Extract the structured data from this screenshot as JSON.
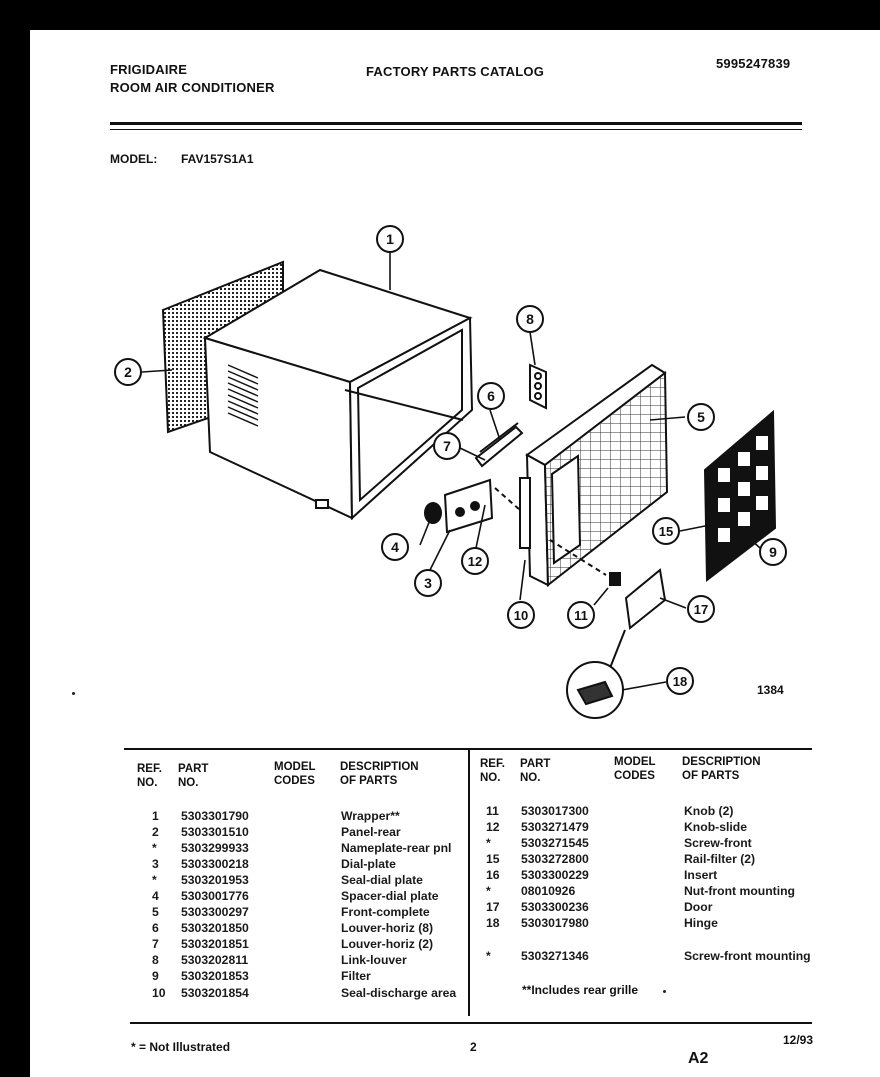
{
  "header": {
    "brand": "FRIGIDAIRE",
    "product": "ROOM AIR CONDITIONER",
    "title": "FACTORY PARTS CATALOG",
    "catalog_number": "5995247839",
    "model_label": "MODEL:",
    "model_number": "FAV157S1A1"
  },
  "diagram": {
    "callouts": [
      "1",
      "2",
      "3",
      "4",
      "5",
      "6",
      "7",
      "8",
      "9",
      "10",
      "11",
      "12",
      "15",
      "17",
      "18"
    ],
    "figure_number": "1384"
  },
  "table": {
    "headers": {
      "ref": "REF.\nNO.",
      "part": "PART\nNO.",
      "model": "MODEL\nCODES",
      "desc": "DESCRIPTION\nOF PARTS"
    },
    "left_rows": [
      {
        "ref": "1",
        "part": "5303301790",
        "desc": "Wrapper**"
      },
      {
        "ref": "2",
        "part": "5303301510",
        "desc": "Panel-rear"
      },
      {
        "ref": "*",
        "part": "5303299933",
        "desc": "Nameplate-rear pnl"
      },
      {
        "ref": "3",
        "part": "5303300218",
        "desc": "Dial-plate"
      },
      {
        "ref": "*",
        "part": "5303201953",
        "desc": "Seal-dial plate"
      },
      {
        "ref": "4",
        "part": "5303001776",
        "desc": "Spacer-dial plate"
      },
      {
        "ref": "5",
        "part": "5303300297",
        "desc": "Front-complete"
      },
      {
        "ref": "6",
        "part": "5303201850",
        "desc": "Louver-horiz (8)"
      },
      {
        "ref": "7",
        "part": "5303201851",
        "desc": "Louver-horiz (2)"
      },
      {
        "ref": "8",
        "part": "5303202811",
        "desc": "Link-louver"
      },
      {
        "ref": "9",
        "part": "5303201853",
        "desc": "Filter"
      },
      {
        "ref": "10",
        "part": "5303201854",
        "desc": "Seal-discharge area"
      }
    ],
    "right_rows": [
      {
        "ref": "11",
        "part": "5303017300",
        "desc": "Knob (2)"
      },
      {
        "ref": "12",
        "part": "5303271479",
        "desc": "Knob-slide"
      },
      {
        "ref": "*",
        "part": "5303271545",
        "desc": "Screw-front"
      },
      {
        "ref": "15",
        "part": "5303272800",
        "desc": "Rail-filter (2)"
      },
      {
        "ref": "16",
        "part": "5303300229",
        "desc": "Insert"
      },
      {
        "ref": "*",
        "part": "08010926",
        "desc": "Nut-front mounting"
      },
      {
        "ref": "17",
        "part": "5303300236",
        "desc": "Door"
      },
      {
        "ref": "18",
        "part": "5303017980",
        "desc": "Hinge"
      },
      {
        "ref": "*",
        "part": "5303271346",
        "desc": "Screw-front mounting"
      }
    ],
    "footnote_includes": "**Includes rear grille"
  },
  "footer": {
    "not_illustrated": "* = Not Illustrated",
    "page_number": "2",
    "date": "12/93",
    "revision": "A2"
  }
}
